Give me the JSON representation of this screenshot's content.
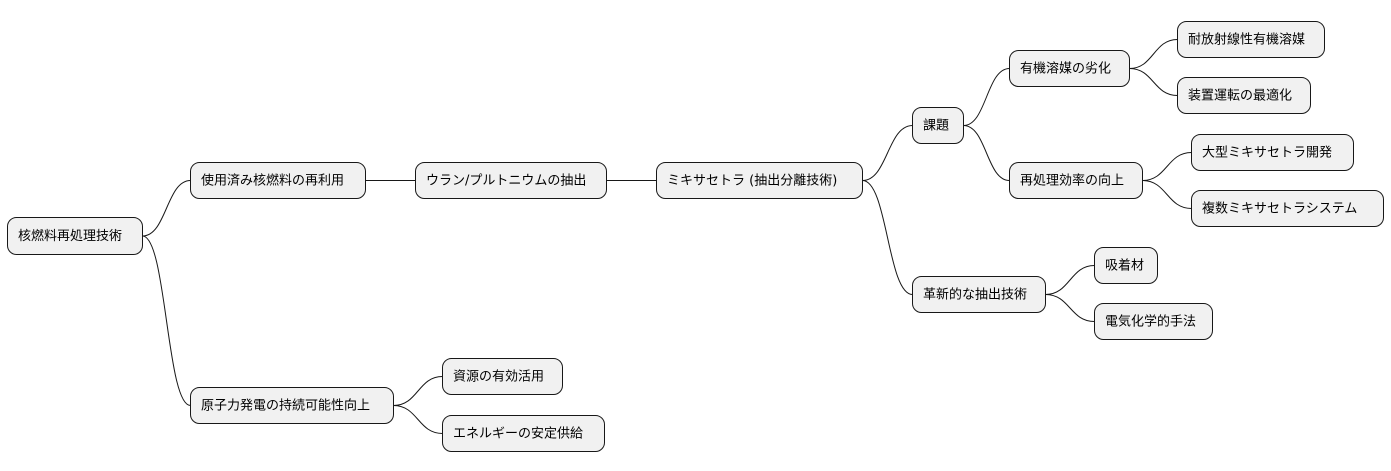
{
  "root": {
    "label": "核燃料再処理技術",
    "children": [
      {
        "label": "使用済み核燃料の再利用",
        "children": [
          {
            "label": "ウラン/プルトニウムの抽出",
            "children": [
              {
                "label": "ミキサセトラ (抽出分離技術)",
                "children": [
                  {
                    "label": "課題",
                    "children": [
                      {
                        "label": "有機溶媒の劣化",
                        "children": [
                          {
                            "label": "耐放射線性有機溶媒"
                          },
                          {
                            "label": "装置運転の最適化"
                          }
                        ]
                      },
                      {
                        "label": "再処理効率の向上",
                        "children": [
                          {
                            "label": "大型ミキサセトラ開発"
                          },
                          {
                            "label": "複数ミキサセトラシステム"
                          }
                        ]
                      }
                    ]
                  },
                  {
                    "label": "革新的な抽出技術",
                    "children": [
                      {
                        "label": "吸着材"
                      },
                      {
                        "label": "電気化学的手法"
                      }
                    ]
                  }
                ]
              }
            ]
          }
        ]
      },
      {
        "label": "原子力発電の持続可能性向上",
        "children": [
          {
            "label": "資源の有効活用"
          },
          {
            "label": "エネルギーの安定供給"
          }
        ]
      }
    ]
  }
}
